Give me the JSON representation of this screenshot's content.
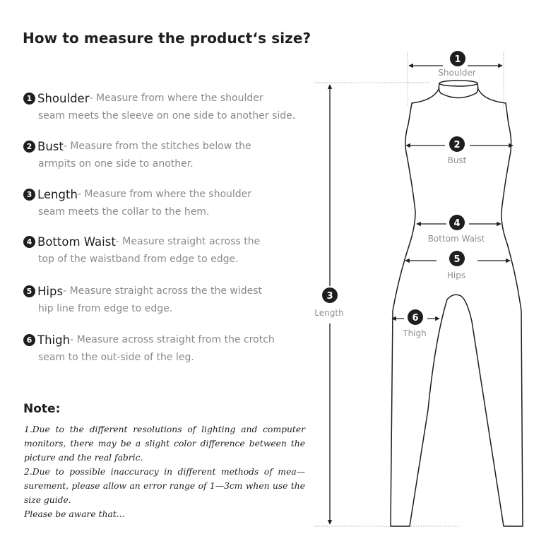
{
  "page": {
    "title": "How to measure the product‘s size?"
  },
  "measurements": [
    {
      "number": "1",
      "name": "Shoulder",
      "desc_line1": "- Measure from where the shoulder",
      "desc_line2": "seam meets the sleeve on one side to another side."
    },
    {
      "number": "2",
      "name": "Bust",
      "desc_line1": "- Measure from the stitches below the",
      "desc_line2": "armpits on one side to another."
    },
    {
      "number": "3",
      "name": "Length",
      "desc_line1": "- Measure from where the shoulder",
      "desc_line2": "seam meets the collar to the hem."
    },
    {
      "number": "4",
      "name": "Bottom Waist",
      "desc_line1": "- Measure straight across the",
      "desc_line2": "top of the waistband from edge to edge."
    },
    {
      "number": "5",
      "name": "Hips",
      "desc_line1": "- Measure straight across the the widest",
      "desc_line2": "hip line from edge to edge."
    },
    {
      "number": "6",
      "name": "Thigh",
      "desc_line1": "- Measure across straight from the crotch",
      "desc_line2": "seam to the out-side of the leg."
    }
  ],
  "note": {
    "title": "Note:",
    "lines": [
      "1.Due to the different resolutions of lighting and computer monitors, there may be a slight color difference between the picture and the real fabric.",
      "2.Due to possible inaccuracy in different methods of mea— surement, please allow an error range of 1—3cm when use the size guide.",
      "Please be aware that..."
    ]
  },
  "diagram": {
    "labels": {
      "shoulder": {
        "number": "1",
        "text": "Shoulder"
      },
      "bust": {
        "number": "2",
        "text": "Bust"
      },
      "length": {
        "number": "3",
        "text": "Length"
      },
      "bottom_waist": {
        "number": "4",
        "text": "Bottom Waist"
      },
      "hips": {
        "number": "5",
        "text": "Hips"
      },
      "thigh": {
        "number": "6",
        "text": "Thigh"
      }
    },
    "colors": {
      "line": "#1e1e1e",
      "label": "#8f8f8f",
      "guide": "#aaaaaa"
    }
  }
}
